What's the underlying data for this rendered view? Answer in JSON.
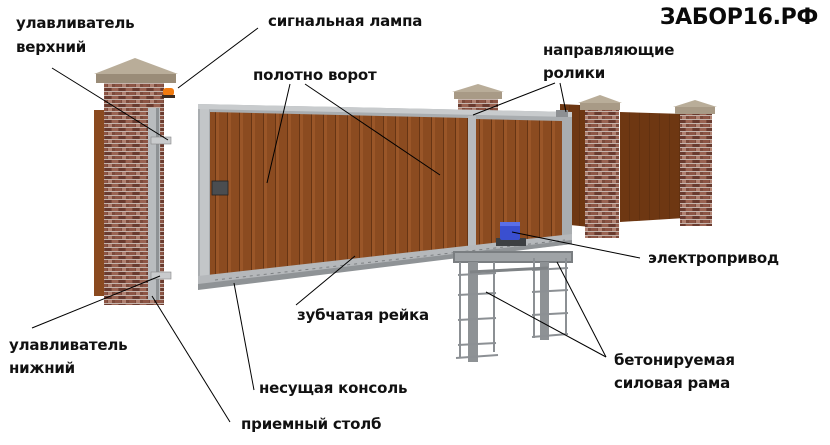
{
  "brand": {
    "text": "ЗАБОР16.РФ"
  },
  "labels": {
    "catcher_top_line1": "улавливатель",
    "catcher_top_line2": "верхний",
    "signal_lamp": "сигнальная лампа",
    "gate_leaf": "полотно ворот",
    "guide_rollers_line1": "направляющие",
    "guide_rollers_line2": "ролики",
    "electric_drive": "электропривод",
    "gear_rack": "зубчатая рейка",
    "catcher_bottom_line1": "улавливатель",
    "catcher_bottom_line2": "нижний",
    "support_console": "несущая консоль",
    "concrete_frame_line1": "бетонируемая",
    "concrete_frame_line2": "силовая рама",
    "receiving_post": "приемный столб"
  },
  "colors": {
    "panel_brown": "#8a4a1f",
    "panel_brown_dark": "#6e3712",
    "frame_gray": "#a9adb0",
    "brick": "#7a4a3c",
    "cap": "#a89a86",
    "lamp_orange": "#f07a10",
    "motor_blue": "#3a4fd0",
    "leader_line": "#000000"
  }
}
